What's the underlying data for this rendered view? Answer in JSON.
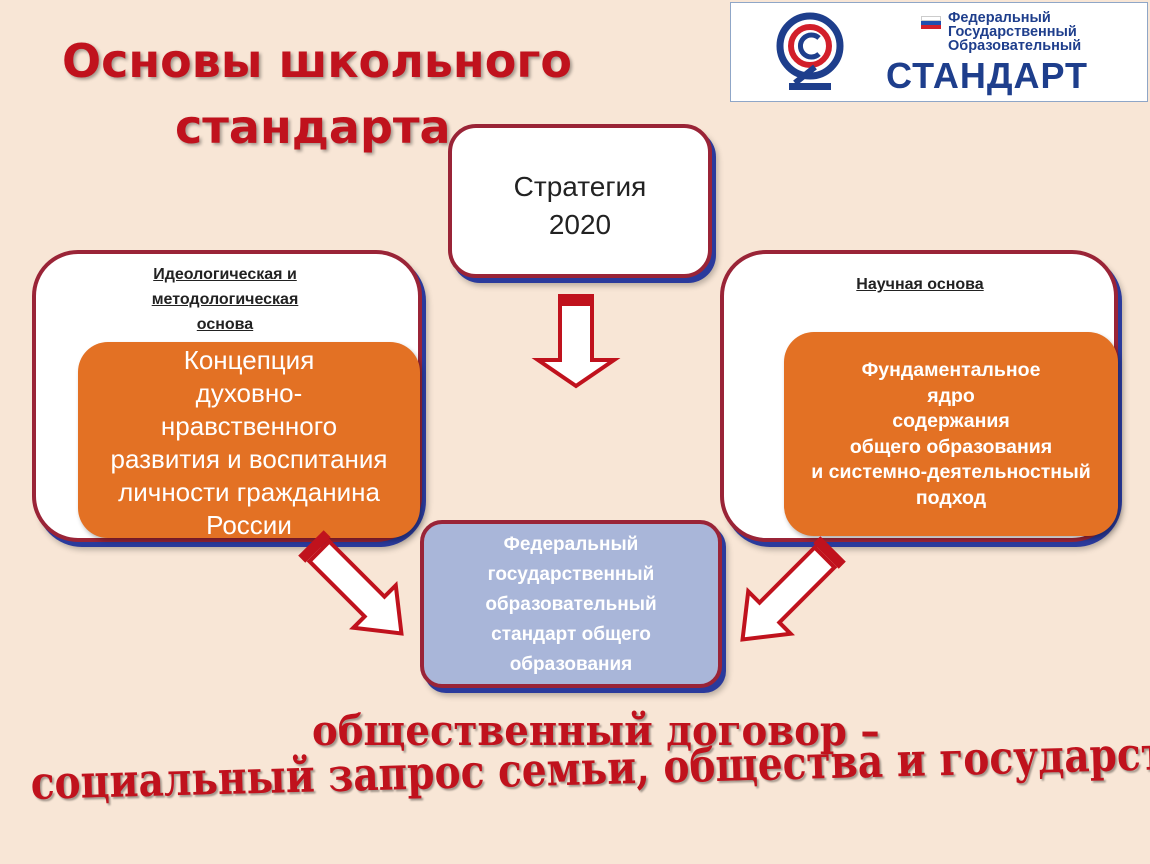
{
  "title": {
    "line1": "Основы школьного",
    "line2": "стандарта"
  },
  "logo": {
    "sub_line1": "Федеральный",
    "sub_line2": "Государственный",
    "sub_line3": "Образовательный",
    "brand": "СТАНДАРТ",
    "colors": {
      "blue": "#1e3e8c",
      "red": "#d21f2b"
    }
  },
  "strategy": {
    "line1": "Стратегия",
    "line2": "2020"
  },
  "left": {
    "header_line1": "Идеологическая и",
    "header_line2": "методологическая",
    "header_line3": "основа",
    "content": [
      "Концепция",
      "духовно-",
      "нравственного",
      "развития и воспитания",
      "личности гражданина",
      "России"
    ]
  },
  "right": {
    "header": "Научная основа",
    "content": [
      "Фундаментальное",
      "ядро",
      "содержания",
      "общего образования",
      "и системно-деятельностный",
      "подход"
    ]
  },
  "center": {
    "content": [
      "Федеральный",
      "государственный",
      "образовательный",
      "стандарт общего",
      "образования"
    ]
  },
  "slogan": {
    "line1": "общественный договор –",
    "line2": "социальный запрос семьи, общества и государства"
  },
  "colors": {
    "background": "#f8e6d6",
    "title_red": "#c0121d",
    "border_maroon": "#9a2437",
    "shadow_blue": "#2a3a9c",
    "orange": "#e37124",
    "lavender": "#a9b6d9"
  }
}
